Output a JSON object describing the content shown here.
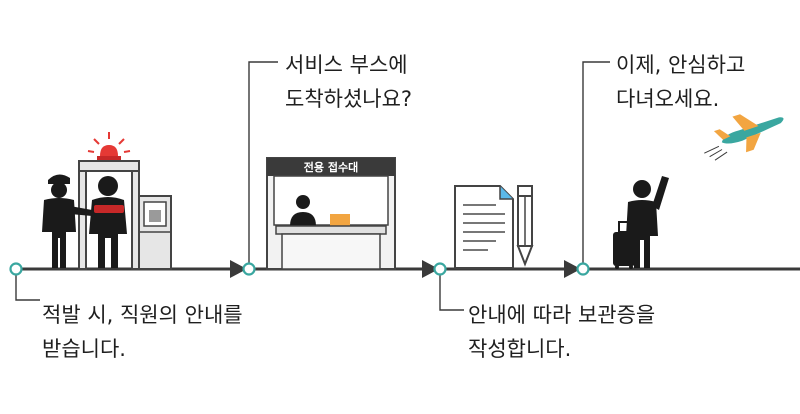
{
  "steps": [
    {
      "lines": [
        "적발 시, 직원의 안내를",
        "받습니다."
      ]
    },
    {
      "lines": [
        "서비스 부스에",
        "도착하셨나요?"
      ]
    },
    {
      "lines": [
        "안내에 따라 보관증을",
        "작성합니다."
      ]
    },
    {
      "lines": [
        "이제, 안심하고",
        "다녀오세요."
      ]
    }
  ],
  "booth": {
    "sign": "전용 접수대"
  },
  "colors": {
    "line": "#3a3a3a",
    "node": "#3aa7a0",
    "figure": "#1a1a1a",
    "alarm": "#e53935",
    "accent": "#f2a541",
    "plane_body": "#3aa7a0"
  },
  "icons": [
    "alarm-light-icon",
    "security-officer-icon",
    "metal-detector-gate-icon",
    "xray-scanner-icon",
    "reception-booth-icon",
    "document-icon",
    "pencil-icon",
    "traveler-waving-icon",
    "airplane-icon"
  ]
}
